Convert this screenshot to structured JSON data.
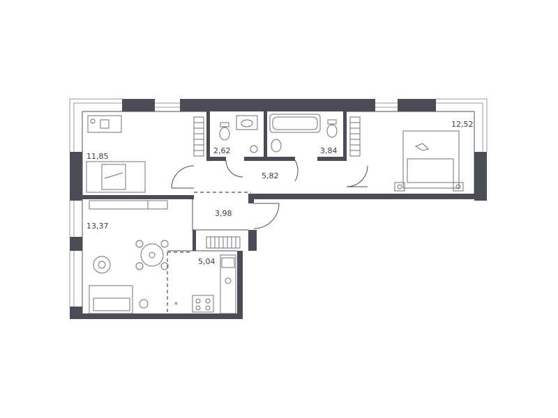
{
  "plan": {
    "colors": {
      "wall": "#4a4d55",
      "label": "#3a3d45",
      "furniture": "#6d7078"
    },
    "rooms": [
      {
        "id": "bedroom-left",
        "area": "11,85"
      },
      {
        "id": "bathroom-small",
        "area": "2,62"
      },
      {
        "id": "hallway",
        "area": "5,82"
      },
      {
        "id": "bathroom-bath",
        "area": "3,84"
      },
      {
        "id": "bedroom-right",
        "area": "12,52"
      },
      {
        "id": "corridor",
        "area": "3,98"
      },
      {
        "id": "living-room",
        "area": "13,37"
      },
      {
        "id": "kitchen",
        "area": "5,04"
      }
    ]
  }
}
